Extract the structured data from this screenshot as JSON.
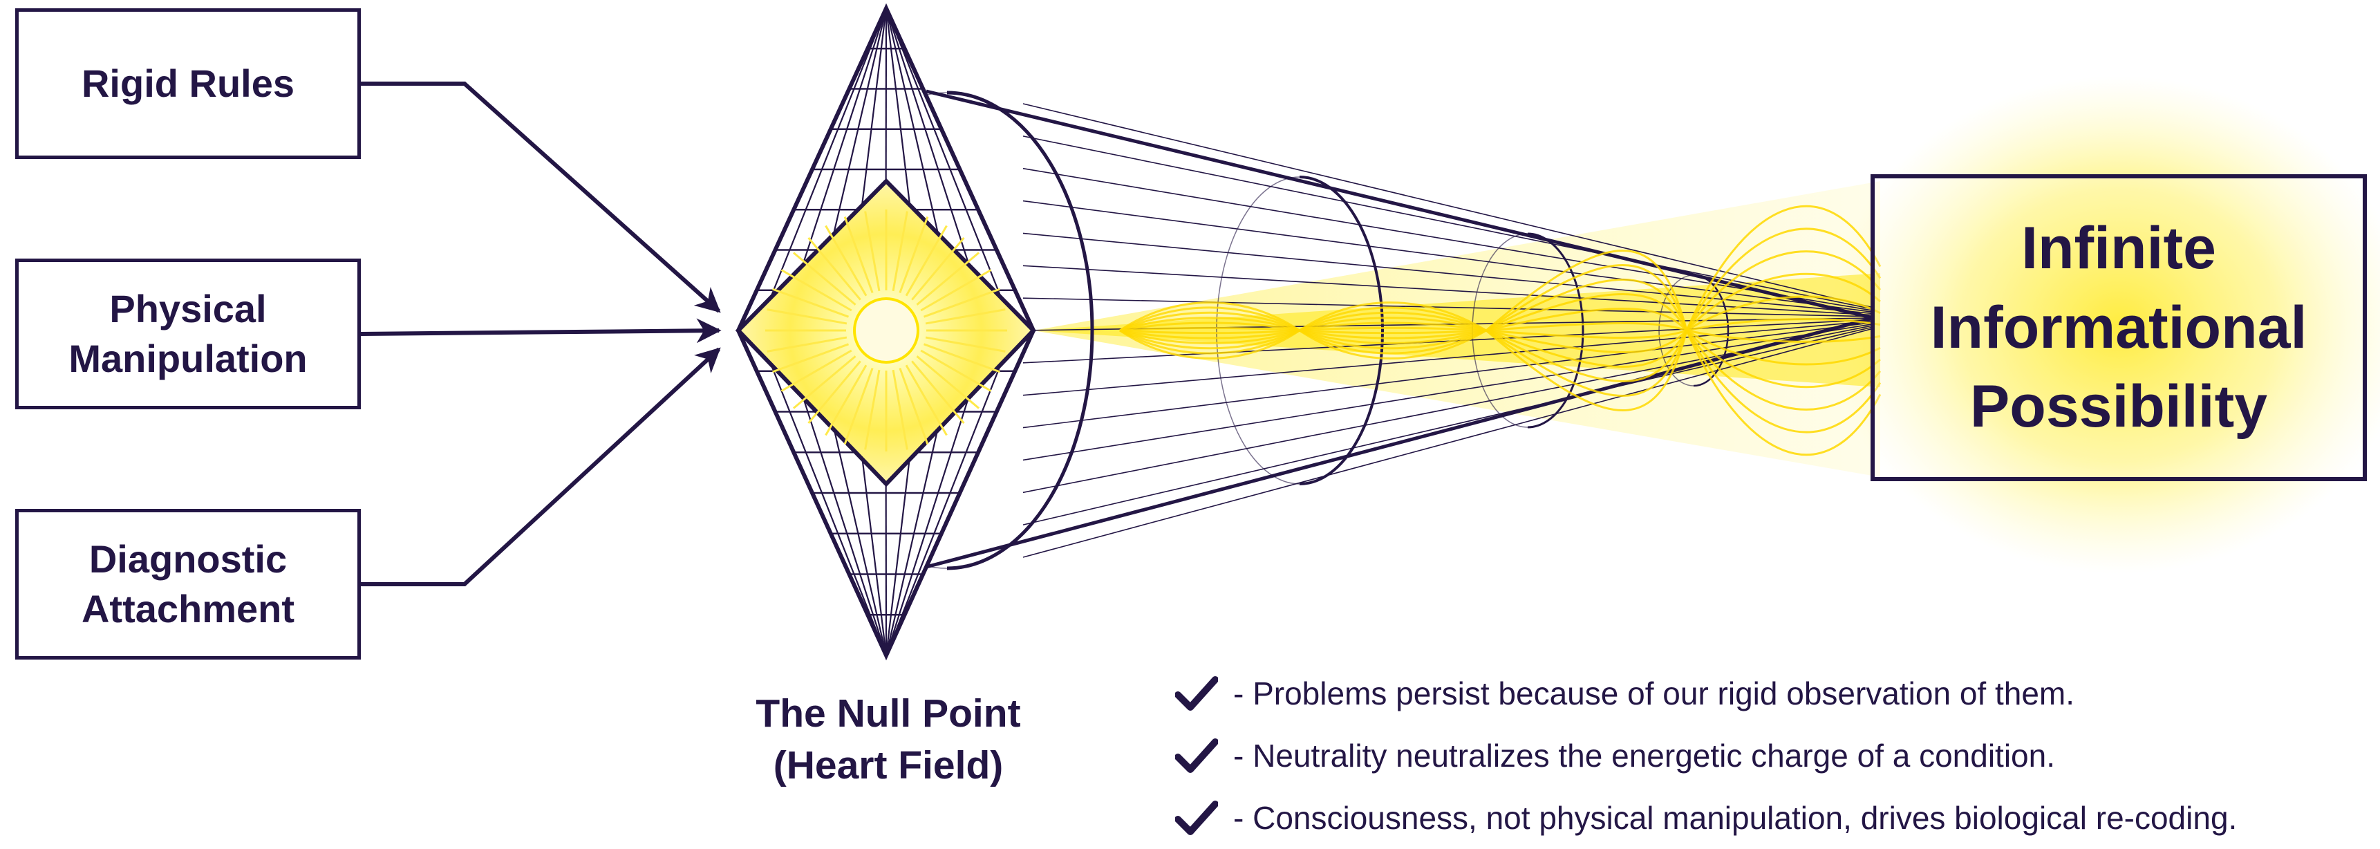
{
  "inputs": [
    {
      "label": "Rigid Rules"
    },
    {
      "label": "Physical Manipulation"
    },
    {
      "label": "Diagnostic Attachment"
    }
  ],
  "null_point": {
    "label": "The Null Point (Heart Field)"
  },
  "output": {
    "label": "Infinite Informational Possibility"
  },
  "notes": [
    "- Problems persist because of our rigid observation of them.",
    "- Neutrality neutralizes the energetic charge of a condition.",
    "- Consciousness, not physical manipulation, drives biological re-coding."
  ],
  "colors": {
    "ink": "#231645",
    "glow": "#ffe600",
    "background": "#ffffff"
  },
  "icons": {
    "note_marker": "checkmark-icon"
  }
}
